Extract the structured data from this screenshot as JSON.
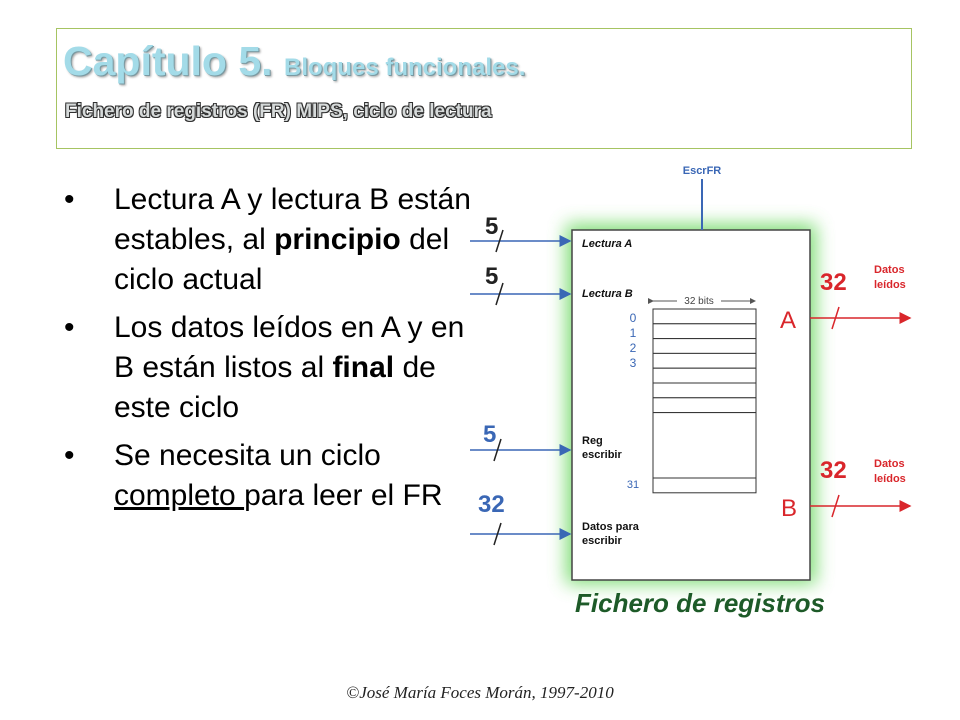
{
  "title": {
    "main": "Capítulo 5.",
    "sub": "Bloques funcionales.",
    "line2": "Fichero de registros (FR) MIPS, ciclo de lectura"
  },
  "bullets": [
    {
      "segments": [
        {
          "text": "Lectura A y lectura B están estables, al "
        },
        {
          "text": "principio",
          "bold": true
        },
        {
          "text": " del ciclo actual"
        }
      ]
    },
    {
      "segments": [
        {
          "text": "Los datos leídos en A y en B están listos al "
        },
        {
          "text": "final",
          "bold": true
        },
        {
          "text": " de este ciclo"
        }
      ]
    },
    {
      "segments": [
        {
          "text": "Se necesita un ciclo "
        },
        {
          "text": "completo ",
          "underline": true
        },
        {
          "text": "para leer el FR"
        }
      ]
    }
  ],
  "bullet_symbol": "•",
  "diagram": {
    "control_label": "EscrFR",
    "caption": "Fichero de registros",
    "inputs": [
      {
        "width": "5",
        "label": "Lectura A"
      },
      {
        "width": "5",
        "label": "Lectura B"
      },
      {
        "width": "5",
        "label": "Reg escribir",
        "label_lines": [
          "Reg",
          "escribir"
        ]
      },
      {
        "width": "32",
        "label": "Datos para escribir",
        "label_lines": [
          "Datos para",
          "escribir"
        ]
      }
    ],
    "bits_label": "32 bits",
    "register_indices": [
      "0",
      "1",
      "2",
      "3",
      "31"
    ],
    "outputs": [
      {
        "port": "A",
        "width": "32",
        "label": "Datos leídos",
        "label_lines": [
          "Datos",
          "leídos"
        ]
      },
      {
        "port": "B",
        "width": "32",
        "label": "Datos leídos",
        "label_lines": [
          "Datos",
          "leídos"
        ]
      }
    ],
    "colors": {
      "line": "#3a67b5",
      "output": "#d9262b",
      "glow": "#55d24a",
      "caption": "#1d5a28"
    }
  },
  "footer": "©José María Foces Morán, 1997-2010"
}
